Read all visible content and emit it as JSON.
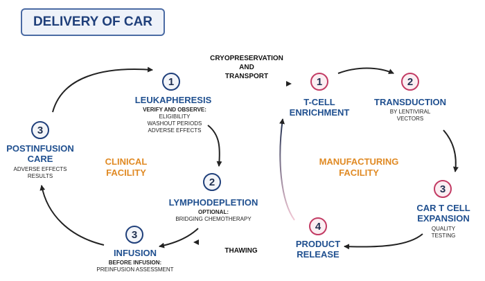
{
  "title": "DELIVERY OF CAR",
  "clinical": {
    "facility": [
      "CLINICAL",
      "FACILITY"
    ],
    "steps": [
      {
        "number": "1",
        "title": "LEUKAPHERESIS",
        "bold_line": "VERIFY AND OBSERVE:",
        "lines": [
          "ELIGIBILITY",
          "WASHOUT PERIODS",
          "ADVERSE EFFECTS"
        ]
      },
      {
        "number": "2",
        "title": "LYMPHODEPLETION",
        "bold_line": "OPTIONAL:",
        "lines": [
          "BRIDGING CHEMOTHERAPY"
        ]
      },
      {
        "number": "3",
        "title": "INFUSION",
        "bold_line": "BEFORE INFUSION:",
        "lines": [
          "PREINFUSION ASSESSMENT"
        ]
      },
      {
        "number": "3",
        "title": [
          "POSTINFUSION",
          "CARE"
        ],
        "lines": [
          "ADVERSE EFFECTS",
          "RESULTS"
        ]
      }
    ]
  },
  "manufacturing": {
    "facility": [
      "MANUFACTURING",
      "FACILITY"
    ],
    "steps": [
      {
        "number": "1",
        "title": [
          "T-CELL",
          "ENRICHMENT"
        ]
      },
      {
        "number": "2",
        "title": "TRANSDUCTION",
        "lines": [
          "BY LENTIVIRAL",
          "VECTORS"
        ]
      },
      {
        "number": "3",
        "title": [
          "CAR T CELL",
          "EXPANSION"
        ],
        "lines": [
          "QUALITY",
          "TESTING"
        ]
      },
      {
        "number": "4",
        "title": [
          "PRODUCT",
          "RELEASE"
        ]
      }
    ]
  },
  "arrow_labels": {
    "top": [
      "CRYOPRESERVATION",
      "AND",
      "TRANSPORT"
    ],
    "bottom": "THAWING"
  },
  "colors": {
    "navy": "#1f3f7a",
    "title_blue": "#1f4f8f",
    "pink": "#c23a63",
    "orange": "#e08a24"
  }
}
